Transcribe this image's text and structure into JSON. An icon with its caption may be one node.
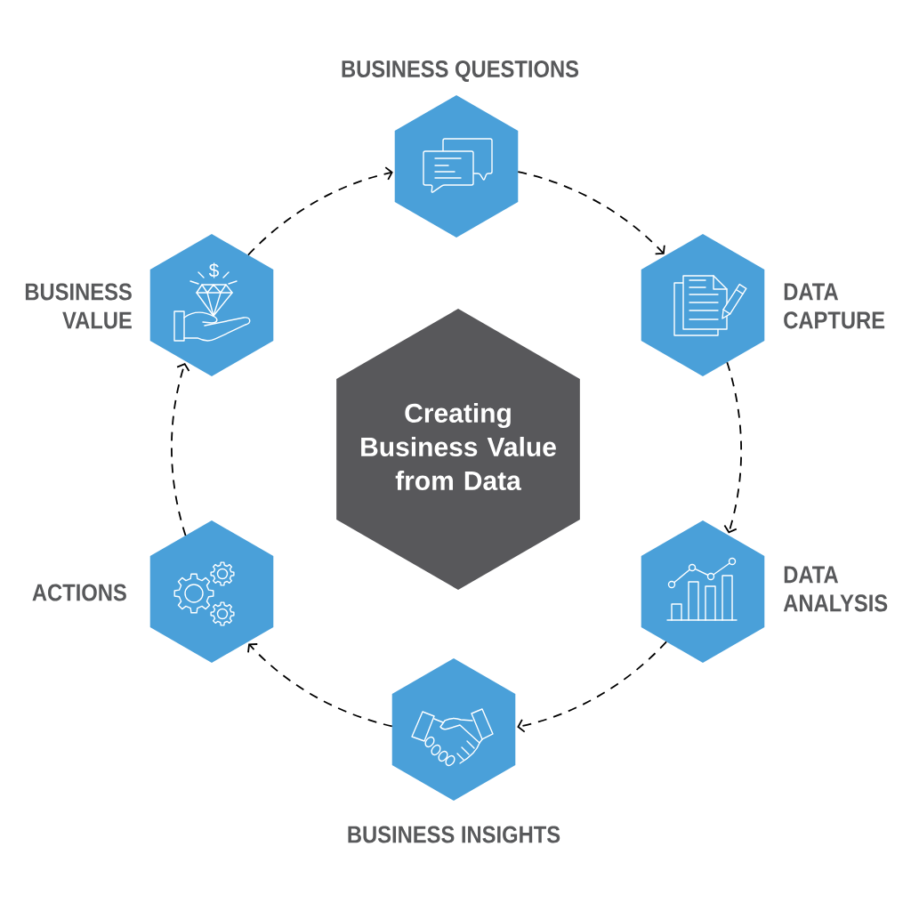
{
  "diagram": {
    "nodes": [
      {
        "text": [
          "Creating Business Value from Data"
        ]
      },
      {
        "text": [
          "BUSINESS QUESTIONS"
        ]
      },
      {
        "text": [
          "DATA CAPTURE"
        ]
      },
      {
        "text": [
          "DATA ANALYSIS"
        ]
      },
      {
        "text": [
          "BUSINESS INSIGHTS"
        ]
      },
      {
        "text": [
          "ACTIONS"
        ]
      },
      {
        "text": [
          "BUSINESS VALUE"
        ]
      }
    ],
    "edges": [
      {
        "from": 1,
        "to": 2,
        "arrow": "to",
        "style": "dashed"
      },
      {
        "from": 2,
        "to": 3,
        "arrow": "to",
        "style": "dashed"
      },
      {
        "from": 3,
        "to": 4,
        "arrow": "to",
        "style": "dashed"
      },
      {
        "from": 4,
        "to": 5,
        "arrow": "to",
        "style": "dashed"
      },
      {
        "from": 5,
        "to": 6,
        "arrow": "to",
        "style": "dashed"
      },
      {
        "from": 6,
        "to": 1,
        "arrow": "to",
        "style": "dashed"
      }
    ],
    "labels": [
      "$"
    ]
  }
}
